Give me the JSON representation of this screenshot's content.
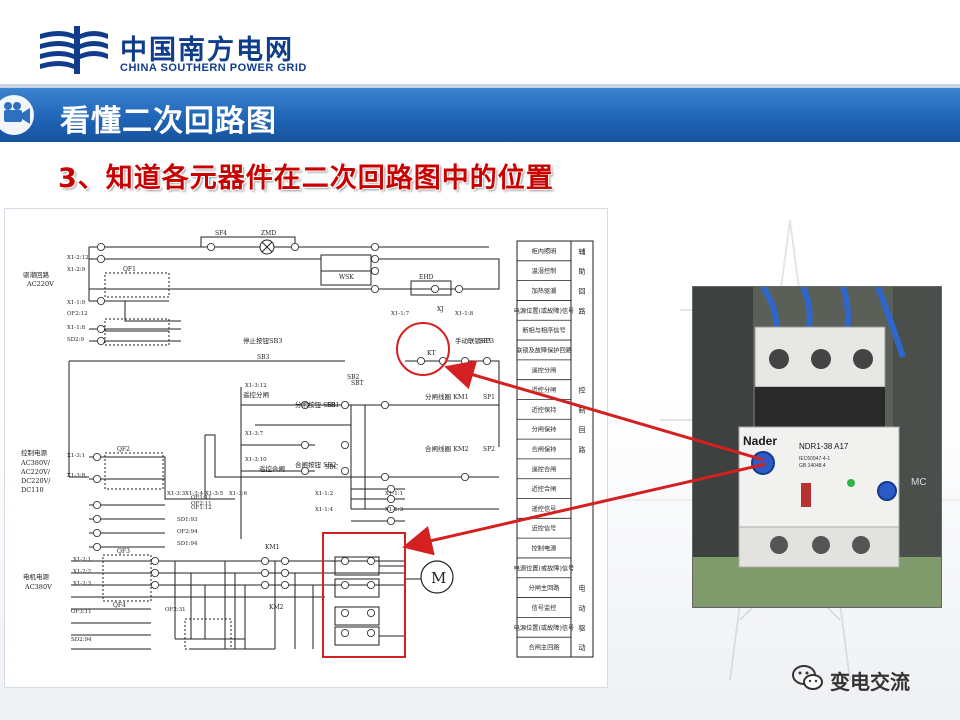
{
  "header": {
    "logo_cn": "中国南方电网",
    "logo_en": "CHINA SOUTHERN POWER GRID",
    "banner_title": "看懂二次回路图",
    "subtitle": "3、知道各元器件在二次回路图中的位置"
  },
  "colors": {
    "brand_blue": "#0f3d8c",
    "banner_blue": "#1f63b4",
    "subtitle_red": "#c80000",
    "arrow_red": "#d42020"
  },
  "diagram": {
    "left_labels": {
      "lighting": "驱潮回路",
      "lighting_v": "AC220V",
      "control": "控制电源",
      "control_v1": "AC380V/",
      "control_v2": "AC220V/",
      "control_v3": "DC220V/",
      "control_v4": "DC110",
      "motor": "电机电源",
      "motor_v": "AC380V"
    },
    "terminals": [
      "X1-2:12",
      "X1-2:9",
      "X1-1:9",
      "OF2:12",
      "X1-1:8",
      "SD2:9",
      "X1-3:1",
      "X1-3:8",
      "OF2:11",
      "OF2:94",
      "SD1:93",
      "X1-2:1",
      "X1-2:2",
      "X1-2:3",
      "X1-3:12",
      "X1-3:7",
      "X1-3:10",
      "X1-1:7",
      "X1-1:8",
      "X1-1:2",
      "X1-1:4",
      "X1-1:1",
      "X1-1:3",
      "X1-3:3",
      "X1-3:4",
      "X1-3:5",
      "X1-3:6",
      "SD1:94",
      "SD2:94",
      "OF1:11",
      "OF1:12",
      "OF2:31",
      "OF3:11"
    ],
    "components": [
      "QF1",
      "QF2",
      "QF3",
      "QF4",
      "SF4",
      "ZMD",
      "WSK",
      "EHD",
      "SB2",
      "SB3",
      "XJ",
      "KT",
      "KM1",
      "KM2",
      "SP1",
      "SP2",
      "SP3",
      "SBT",
      "SB1",
      "SBC",
      "M"
    ],
    "captions": {
      "stop_button": "停止按钮SB3",
      "manual_lock": "手动联锁SP3",
      "remote_open": "遥控分闸",
      "remote_close": "遥控合闸",
      "open_button": "分闸按钮 SB1",
      "close_button": "合闸按钮 SB2",
      "open_coil": "分闸线圈 KM1",
      "close_coil": "合闸线圈 KM2",
      "motor_symbol": "M"
    },
    "function_rows": [
      {
        "label": "柜内照明",
        "group": "辅"
      },
      {
        "label": "温湿控制",
        "group": "助"
      },
      {
        "label": "加热驱潮",
        "group": "回"
      },
      {
        "label": "电源位置(或故障)信号",
        "group": "路"
      },
      {
        "label": "断相与相序信号",
        "group": ""
      },
      {
        "label": "联锁及故障保护回路",
        "group": ""
      },
      {
        "label": "遥控分闸",
        "group": ""
      },
      {
        "label": "近控分闸",
        "group": "控"
      },
      {
        "label": "近控保持",
        "group": "制"
      },
      {
        "label": "分闸保持",
        "group": "回"
      },
      {
        "label": "合闸保持",
        "group": "路"
      },
      {
        "label": "遥控合闸",
        "group": ""
      },
      {
        "label": "近控合闸",
        "group": ""
      },
      {
        "label": "遥控信号",
        "group": ""
      },
      {
        "label": "近控信号",
        "group": ""
      },
      {
        "label": "控制电源",
        "group": ""
      },
      {
        "label": "电源位置(或故障)信号",
        "group": ""
      },
      {
        "label": "分闸主回路",
        "group": "电"
      },
      {
        "label": "信号监控",
        "group": "动"
      },
      {
        "label": "电源位置(或故障)信号",
        "group": "驱"
      },
      {
        "label": "合闸主回路",
        "group": "动"
      }
    ]
  },
  "photo": {
    "brand": "Nader",
    "model": "NDR1-38 A17",
    "std1": "IEC60947-4-1",
    "std2": "GB 14048.4",
    "side_text": "MC"
  },
  "watermark": {
    "text": "变电交流",
    "icon": "wechat-icon"
  }
}
